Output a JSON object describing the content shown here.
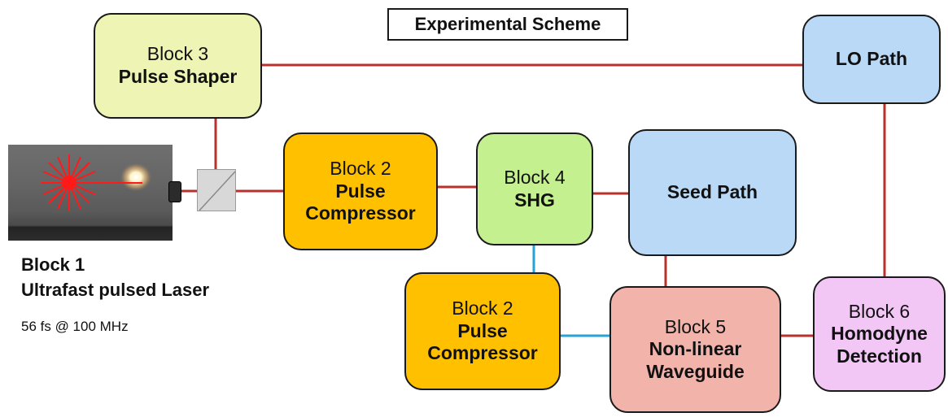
{
  "title": "Experimental Scheme",
  "blocks": {
    "pulse_shaper": {
      "number": "Block 3",
      "name": "Pulse Shaper"
    },
    "pulse_compressor_top": {
      "number": "Block 2",
      "name": "Pulse Compressor"
    },
    "shg": {
      "number": "Block 4",
      "name": "SHG"
    },
    "seed_path": {
      "name": "Seed Path"
    },
    "lo_path": {
      "name": "LO Path"
    },
    "pulse_compressor_bottom": {
      "number": "Block 2",
      "name": "Pulse Compressor"
    },
    "waveguide": {
      "number": "Block 5",
      "name": "Non-linear Waveguide"
    },
    "homodyne": {
      "number": "Block 6",
      "name": "Homodyne Detection"
    }
  },
  "laser": {
    "number": "Block 1",
    "name": "Ultrafast pulsed Laser",
    "spec": "56 fs  @ 100 MHz"
  },
  "colors": {
    "red_beam": "#b8312b",
    "blue_beam": "#27a3d6",
    "shaper": "#eef5b4",
    "compressor": "#ffc000",
    "shg": "#c5f08f",
    "path": "#b9d9f7",
    "waveguide": "#f2b3ab",
    "homodyne": "#f2c6f5"
  }
}
